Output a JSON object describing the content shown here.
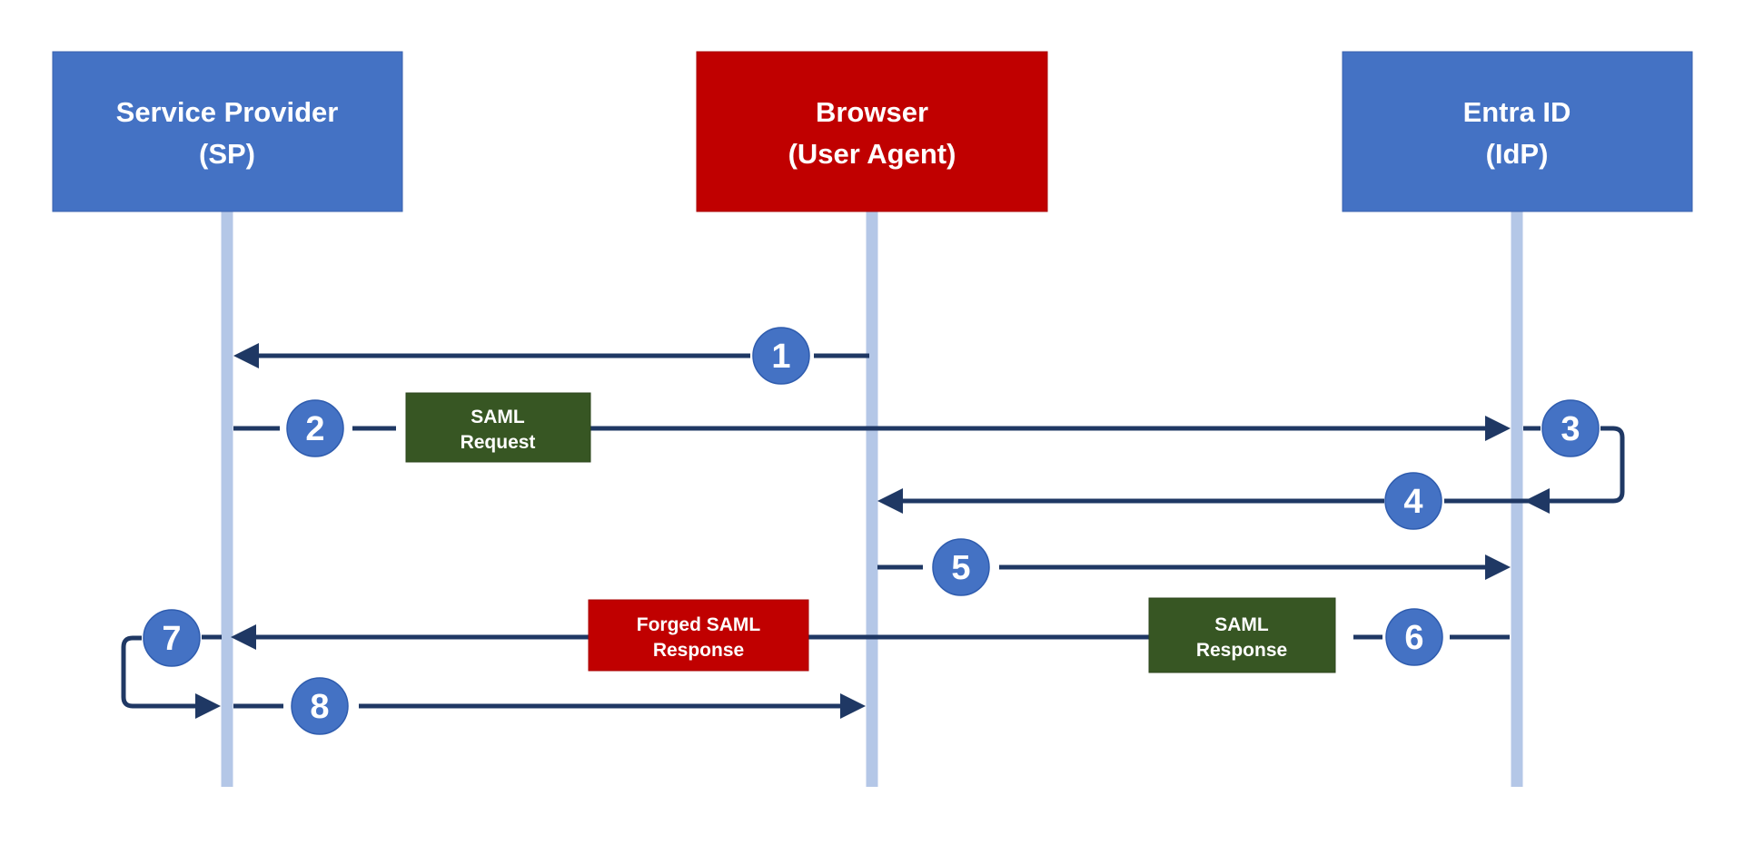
{
  "diagram": {
    "kind": "sequence-diagram",
    "actors": [
      {
        "id": "sp",
        "name_line1": "Service Provider",
        "name_line2": "(SP)",
        "color": "#4472C4"
      },
      {
        "id": "browser",
        "name_line1": "Browser",
        "name_line2": "(User Agent)",
        "color": "#C00000"
      },
      {
        "id": "idp",
        "name_line1": "Entra ID",
        "name_line2": "(IdP)",
        "color": "#4472C4"
      }
    ],
    "step_badges": [
      "1",
      "2",
      "3",
      "4",
      "5",
      "6",
      "7",
      "8"
    ],
    "message_labels": [
      {
        "id": "saml-request",
        "line1": "SAML",
        "line2": "Request",
        "color": "#375623"
      },
      {
        "id": "forged-saml-response",
        "line1": "Forged SAML",
        "line2": "Response",
        "color": "#C00000"
      },
      {
        "id": "saml-response",
        "line1": "SAML",
        "line2": "Response",
        "color": "#375623"
      }
    ],
    "flows": [
      {
        "step": "1",
        "from": "browser",
        "to": "sp"
      },
      {
        "step": "2",
        "from": "sp",
        "to": "idp",
        "label": "SAML Request"
      },
      {
        "step": "3",
        "at": "idp",
        "type": "self-loop"
      },
      {
        "step": "4",
        "from": "idp",
        "to": "browser"
      },
      {
        "step": "5",
        "from": "browser",
        "to": "idp"
      },
      {
        "step": "6",
        "from": "idp",
        "to": "sp",
        "label": "SAML Response"
      },
      {
        "step": "7",
        "at": "sp",
        "type": "self-loop",
        "label": "Forged SAML Response"
      },
      {
        "step": "8",
        "from": "sp",
        "to": "browser"
      }
    ],
    "colors": {
      "actor_blue": "#4472C4",
      "actor_red": "#C00000",
      "label_green": "#375623",
      "label_red": "#C00000",
      "arrow_navy": "#1F3864",
      "lifeline_blue": "#B4C7E7",
      "badge_blue": "#4472C4",
      "text_white": "#FFFFFF"
    }
  }
}
